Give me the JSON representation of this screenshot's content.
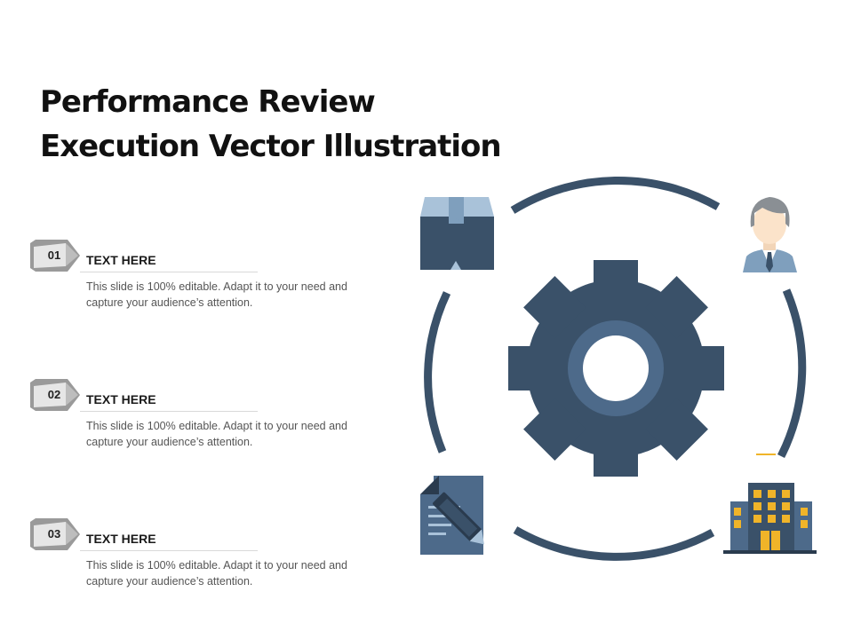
{
  "title": {
    "line1": "Performance Review",
    "line2": "Execution Vector Illustration"
  },
  "steps": [
    {
      "number": "01",
      "heading": "TEXT HERE",
      "body": "This slide is 100% editable. Adapt it to your need and capture your audience’s attention."
    },
    {
      "number": "02",
      "heading": "TEXT HERE",
      "body": "This slide is 100% editable. Adapt it to your need and capture your audience’s attention."
    },
    {
      "number": "03",
      "heading": "TEXT HERE",
      "body": "This slide is 100% editable. Adapt it to your need and capture your audience’s attention."
    }
  ],
  "icons": [
    "box-icon",
    "businessman-icon",
    "document-pen-icon",
    "office-building-icon",
    "gear-icon"
  ],
  "colors": {
    "navy": "#3a5169",
    "gear_ring": "#4d6a8a",
    "light_blue": "#a9c2d9",
    "amber": "#f0b429",
    "badge_grey": "#d0d0d0"
  }
}
